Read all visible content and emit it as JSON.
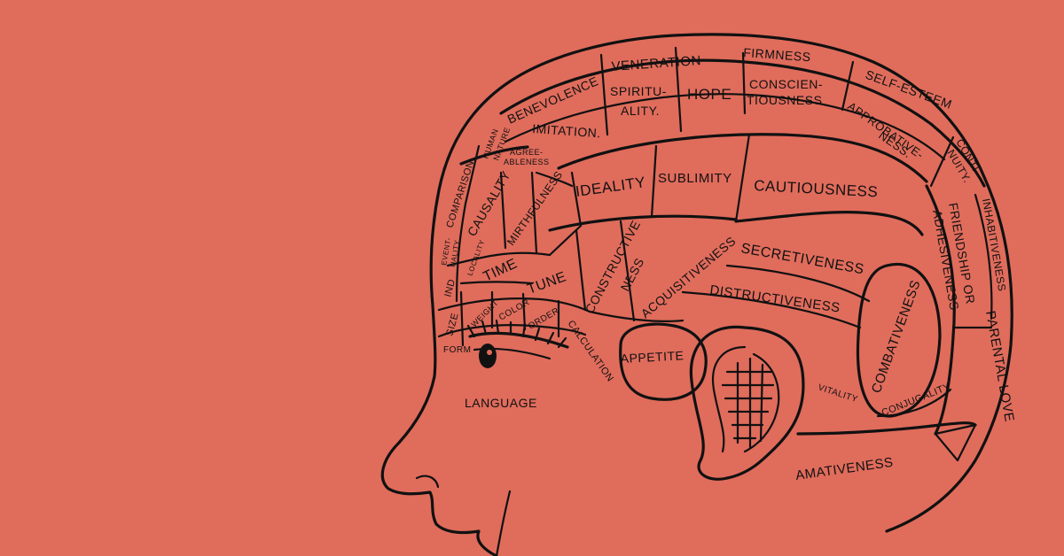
{
  "colors": {
    "background": "#e06c5c",
    "ink": "#111111"
  },
  "diagram": {
    "labels": {
      "firmness": "FIRMNESS",
      "veneration": "VENERATION",
      "benevolence": "BENEVOLENCE",
      "spirituality_1": "SPIRITU-",
      "spirituality_2": "ALITY.",
      "hope": "HOPE",
      "conscientiousness_1": "CONSCIEN-",
      "conscientiousness_2": "TIOUSNESS",
      "self_esteem": "SELF-ESTEEM",
      "approbativeness_1": "APPROBATIVE-",
      "approbativeness_2": "NESS.",
      "continuity_1": "CONTI-",
      "continuity_2": "NUITY.",
      "imitation": "IMITATION.",
      "human_nature_1": "HUMAN",
      "human_nature_2": "NATURE",
      "agreeableness_1": "AGREE-",
      "agreeableness_2": "ABLENESS",
      "ideality": "IDEALITY",
      "sublimity": "SUBLIMITY",
      "cautiousness": "CAUTIOUSNESS",
      "inhabitiveness": "INHABITIVENESS",
      "friendship_1": "FRIENDSHIP OR",
      "friendship_2": "ADHESIVENESS",
      "comparison": "COMPARISON",
      "causality": "CAUSALITY",
      "mirthfulness": "MIRTHFULNESS",
      "eventuality_1": "EVENT-",
      "eventuality_2": "UALITY",
      "locality": "LOCALITY",
      "individuality": "IND",
      "time": "TIME",
      "tune": "TUNE",
      "constructiveness_1": "CONSTRUCTIVE",
      "constructiveness_2": "NESS",
      "acquisitiveness": "ACQUISITIVENESS",
      "secretiveness": "SECRETIVENESS",
      "destructiveness": "DISTRUCTIVENESS",
      "combativeness": "COMBATIVENESS",
      "parental_love": "PARENTAL LOVE",
      "size": "SIZE",
      "weight": "WEIGHT",
      "color": "COLOR",
      "order": "ORDER",
      "calculation": "CALCULATION",
      "form": "FORM",
      "language": "LANGUAGE",
      "appetite": "APPETITE",
      "vitality": "VITALITY",
      "conjugality": "CONJUGALITY",
      "amativeness": "AMATIVENESS"
    }
  }
}
